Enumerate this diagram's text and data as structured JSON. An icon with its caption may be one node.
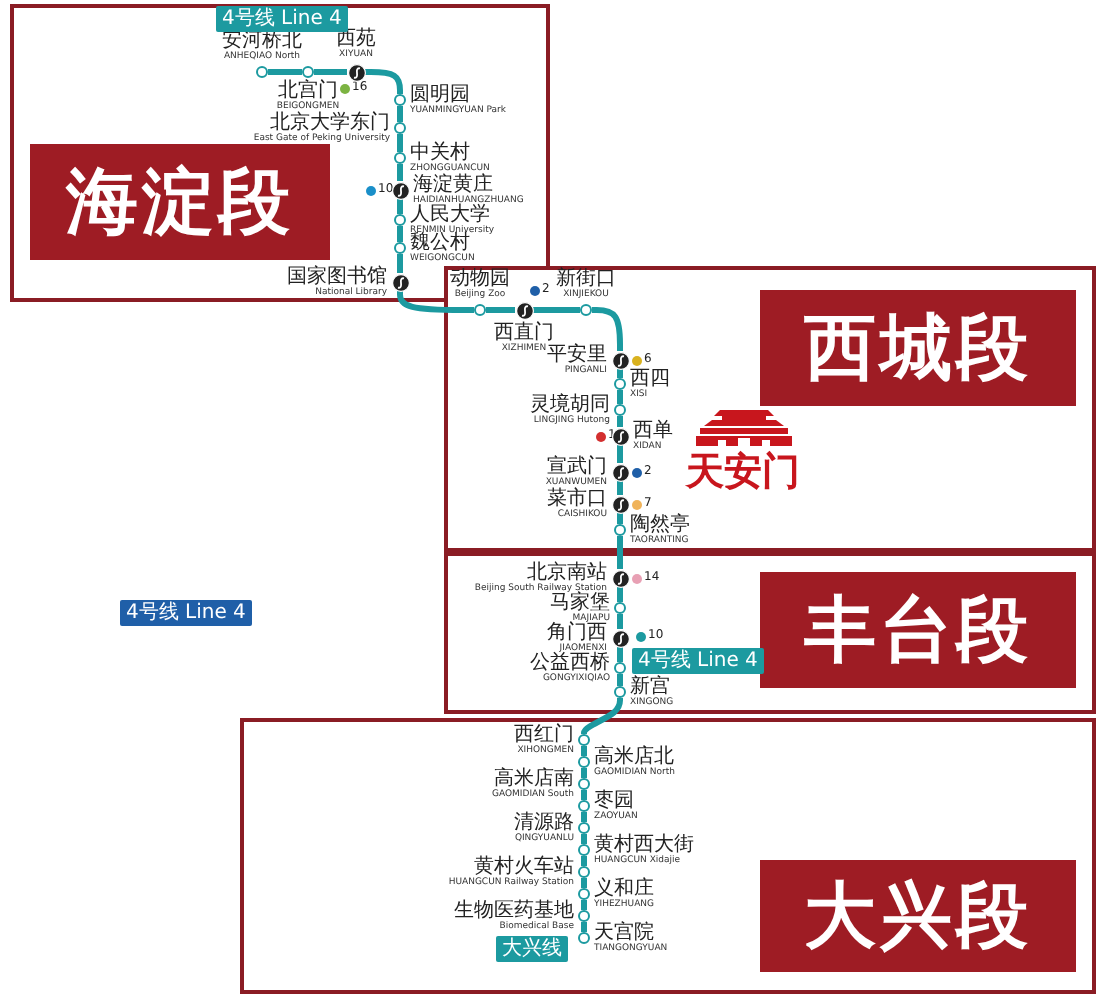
{
  "diagram": {
    "nodes": [
      {
        "text": [],
        "shape": "box"
      },
      {
        "text": [
          "海淀段"
        ],
        "in": 0
      },
      {
        "text": [],
        "shape": "box"
      },
      {
        "text": [
          "西城段"
        ],
        "in": 2
      },
      {
        "text": [],
        "shape": "box"
      },
      {
        "text": [
          "丰台段"
        ],
        "in": 4
      },
      {
        "text": [],
        "shape": "box"
      },
      {
        "text": [
          "大兴段"
        ],
        "in": 6
      },
      {
        "text": [
          "安河桥北",
          "ANHEQIAO North"
        ],
        "in": 0
      },
      {
        "text": [
          "北宫门",
          "BEIGONGMEN"
        ],
        "in": 0
      },
      {
        "text": [
          "西苑",
          "XIYUAN"
        ],
        "in": 0,
        "beside": [
          "16"
        ]
      },
      {
        "text": [
          "圆明园",
          "YUANMINGYUAN Park"
        ],
        "in": 0
      },
      {
        "text": [
          "北京大学东门",
          "East Gate of Peking University"
        ],
        "in": 0
      },
      {
        "text": [
          "中关村",
          "ZHONGGUANCUN"
        ],
        "in": 0
      },
      {
        "text": [
          "海淀黄庄",
          "HAIDIANHUANGZHUANG"
        ],
        "in": 0,
        "beside": [
          "10"
        ]
      },
      {
        "text": [
          "人民大学",
          "RENMIN University"
        ],
        "in": 0
      },
      {
        "text": [
          "魏公村",
          "WEIGONGCUN"
        ],
        "in": 0
      },
      {
        "text": [
          "国家图书馆",
          "National Library"
        ],
        "in": 0
      },
      {
        "text": [
          "动物园",
          "Beijing Zoo"
        ],
        "in": 2
      },
      {
        "text": [
          "西直门",
          "XIZHIMEN"
        ],
        "in": 2,
        "beside": [
          "2"
        ]
      },
      {
        "text": [
          "新街口",
          "XINJIEKOU"
        ],
        "in": 2
      },
      {
        "text": [
          "平安里",
          "PINGANLI"
        ],
        "in": 2,
        "beside": [
          "6"
        ]
      },
      {
        "text": [
          "西四",
          "XISI"
        ],
        "in": 2
      },
      {
        "text": [
          "灵境胡同",
          "LINGJING Hutong"
        ],
        "in": 2
      },
      {
        "text": [
          "西单",
          "XIDAN"
        ],
        "in": 2,
        "beside": [
          "1"
        ]
      },
      {
        "text": [
          "宣武门",
          "XUANWUMEN"
        ],
        "in": 2,
        "beside": [
          "2"
        ]
      },
      {
        "text": [
          "菜市口",
          "CAISHIKOU"
        ],
        "in": 2,
        "beside": [
          "7"
        ]
      },
      {
        "text": [
          "陶然亭",
          "TAORANTING"
        ],
        "in": 2
      },
      {
        "text": [
          "北京南站",
          "Beijing South Railway Station"
        ],
        "in": 4,
        "beside": [
          "14"
        ]
      },
      {
        "text": [
          "马家堡",
          "MAJIAPU"
        ],
        "in": 4
      },
      {
        "text": [
          "角门西",
          "JIAOMENXI"
        ],
        "in": 4,
        "beside": [
          "10"
        ]
      },
      {
        "text": [
          "公益西桥",
          "GONGYIXIQIAO"
        ],
        "in": 4
      },
      {
        "text": [
          "新宫",
          "XINGONG"
        ],
        "in": 4
      },
      {
        "text": [
          "西红门",
          "XIHONGMEN"
        ],
        "in": 6
      },
      {
        "text": [
          "高米店北",
          "GAOMIDIAN North"
        ],
        "in": 6
      },
      {
        "text": [
          "高米店南",
          "GAOMIDIAN South"
        ],
        "in": 6
      },
      {
        "text": [
          "枣园",
          "ZAOYUAN"
        ],
        "in": 6
      },
      {
        "text": [
          "清源路",
          "QINGYUANLU"
        ],
        "in": 6
      },
      {
        "text": [
          "黄村西大街",
          "HUANGCUN Xidajie"
        ],
        "in": 6
      },
      {
        "text": [
          "黄村火车站",
          "HUANGCUN Railway Station"
        ],
        "in": 6
      },
      {
        "text": [
          "义和庄",
          "YIHEZHUANG"
        ],
        "in": 6
      },
      {
        "text": [
          "生物医药基地",
          "Biomedical Base"
        ],
        "in": 6
      },
      {
        "text": [
          "天宫院",
          "TIANGONGYUAN"
        ],
        "in": 6
      }
    ],
    "edges": [
      {
        "from": 8,
        "to": 9,
        "arrow": "none"
      },
      {
        "from": 9,
        "to": 10,
        "arrow": "none"
      },
      {
        "from": 10,
        "to": 11,
        "arrow": "none"
      },
      {
        "from": 11,
        "to": 12,
        "arrow": "none"
      },
      {
        "from": 12,
        "to": 13,
        "arrow": "none"
      },
      {
        "from": 13,
        "to": 14,
        "arrow": "none"
      },
      {
        "from": 14,
        "to": 15,
        "arrow": "none"
      },
      {
        "from": 15,
        "to": 16,
        "arrow": "none"
      },
      {
        "from": 16,
        "to": 17,
        "arrow": "none"
      },
      {
        "from": 17,
        "to": 18,
        "arrow": "none"
      },
      {
        "from": 18,
        "to": 19,
        "arrow": "none"
      },
      {
        "from": 19,
        "to": 20,
        "arrow": "none"
      },
      {
        "from": 20,
        "to": 21,
        "arrow": "none"
      },
      {
        "from": 21,
        "to": 22,
        "arrow": "none"
      },
      {
        "from": 22,
        "to": 23,
        "arrow": "none"
      },
      {
        "from": 23,
        "to": 24,
        "arrow": "none"
      },
      {
        "from": 24,
        "to": 25,
        "arrow": "none"
      },
      {
        "from": 25,
        "to": 26,
        "arrow": "none"
      },
      {
        "from": 26,
        "to": 27,
        "arrow": "none"
      },
      {
        "from": 27,
        "to": 28,
        "arrow": "none"
      },
      {
        "from": 28,
        "to": 29,
        "arrow": "none"
      },
      {
        "from": 29,
        "to": 30,
        "arrow": "none"
      },
      {
        "from": 30,
        "to": 31,
        "arrow": "none"
      },
      {
        "from": 31,
        "to": 32,
        "arrow": "none"
      },
      {
        "from": 32,
        "to": 33,
        "arrow": "none"
      },
      {
        "from": 33,
        "to": 34,
        "arrow": "none"
      },
      {
        "from": 34,
        "to": 35,
        "arrow": "none"
      },
      {
        "from": 35,
        "to": 36,
        "arrow": "none"
      },
      {
        "from": 36,
        "to": 37,
        "arrow": "none"
      },
      {
        "from": 37,
        "to": 38,
        "arrow": "none"
      },
      {
        "from": 38,
        "to": 39,
        "arrow": "none"
      },
      {
        "from": 39,
        "to": 40,
        "arrow": "none"
      },
      {
        "from": 40,
        "to": 41,
        "arrow": "none"
      },
      {
        "from": 41,
        "to": 42,
        "arrow": "none"
      }
    ],
    "labels": [
      "4号线 Line 4",
      "天安门",
      "4号线 Line 4",
      "4号线 Line 4",
      "大兴线"
    ]
  }
}
